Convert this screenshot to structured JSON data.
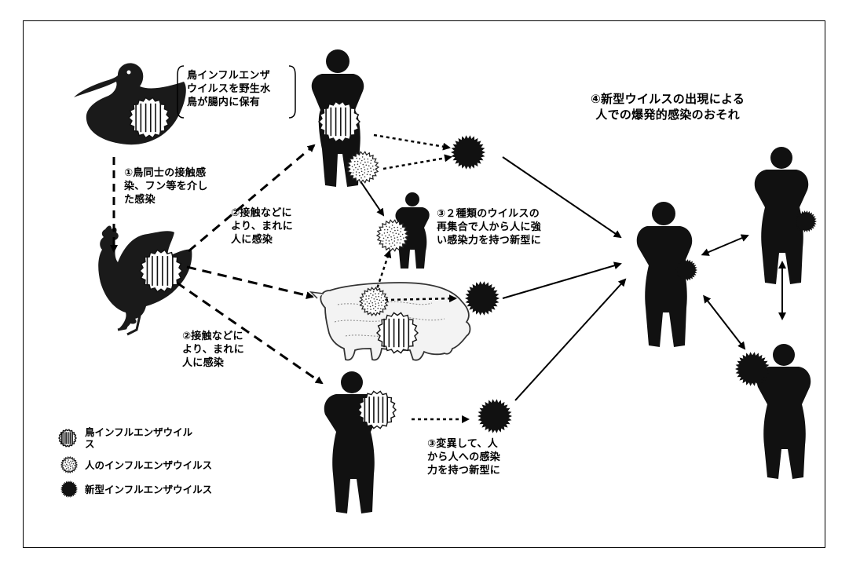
{
  "labels": {
    "wild_bird": "鳥インフルエンザ\nウイルスを野生水\n鳥が腸内に保有",
    "step1": "①鳥同士の接触感\n染、フン等を介し\nた感染",
    "step2_upper": "②接触などに\nより、まれに\n人に感染",
    "step2_lower": "②接触などに\nより、まれに\n人に感染",
    "step3_reassort": "③２種類のウイルスの\n再集合で人から人に強\nい感染力を持つ新型に",
    "step3_mutate": "③変異して、人\nから人への感染\n力を持つ新型に",
    "step4": "④新型ウイルスの出現による\n人での爆発的感染のおそれ"
  },
  "legend": [
    {
      "icon": "bird-flu-virus-icon",
      "label": "鳥インフルエンザウイル\nス"
    },
    {
      "icon": "human-flu-virus-icon",
      "label": "人のインフルエンザウイルス"
    },
    {
      "icon": "new-flu-virus-icon",
      "label": "新型インフルエンザウイルス"
    }
  ]
}
